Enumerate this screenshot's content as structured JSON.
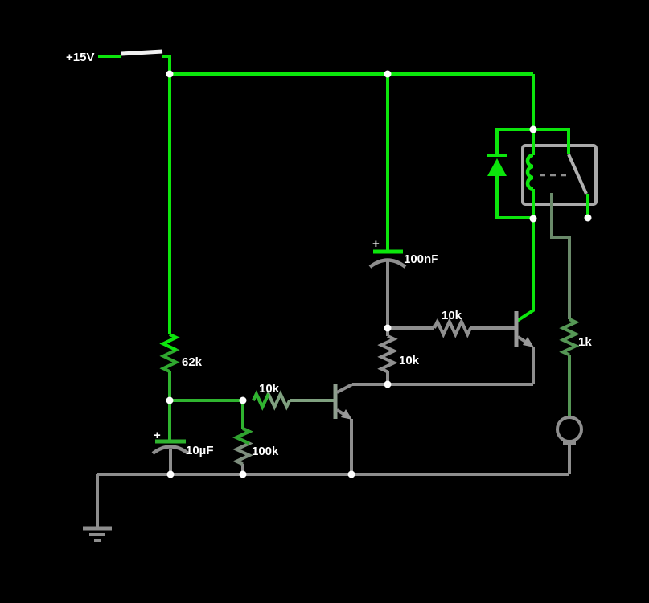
{
  "app": {
    "background": "#000000"
  },
  "palette": {
    "wire_high_voltage": "#0CE60C",
    "wire_mid_voltage": "#2FB42F",
    "wire_low_green": "#559755",
    "wire_faint_green": "#7FA07F",
    "wire_neutral_gray": "#8E8E8E",
    "component_body_gray": "#A9A9A9",
    "switch_lever": "#F0F0F0",
    "junction_dot": "#FFFFFF",
    "label_text": "#FFFFFF"
  },
  "labels": {
    "supply_voltage": "+15V",
    "timing_capacitor": "100nF",
    "plus_timing": "+",
    "storage_capacitor": "10µF",
    "plus_storage": "+",
    "charge_resistor": "62k",
    "left_base_resistor": "10k",
    "bias_resistor": "100k",
    "divider_resistor": "10k",
    "right_base_resistor": "10k",
    "led_resistor": "1k"
  },
  "components": [
    {
      "type": "voltage-rail",
      "value": "+15V"
    },
    {
      "type": "switch",
      "state": "closed"
    },
    {
      "type": "resistor",
      "value": "62k",
      "orientation": "vertical"
    },
    {
      "type": "capacitor",
      "value": "10µF",
      "polarized": true
    },
    {
      "type": "resistor",
      "value": "100k",
      "orientation": "vertical"
    },
    {
      "type": "resistor",
      "value": "10k",
      "orientation": "horizontal",
      "role": "left-transistor-base"
    },
    {
      "type": "transistor-npn",
      "position": "left"
    },
    {
      "type": "capacitor",
      "value": "100nF",
      "polarized": true
    },
    {
      "type": "resistor",
      "value": "10k",
      "orientation": "vertical",
      "role": "divider"
    },
    {
      "type": "resistor",
      "value": "10k",
      "orientation": "horizontal",
      "role": "right-transistor-base"
    },
    {
      "type": "transistor-npn",
      "position": "right"
    },
    {
      "type": "diode",
      "role": "flyback"
    },
    {
      "type": "relay",
      "coil_energized": true
    },
    {
      "type": "resistor",
      "value": "1k",
      "orientation": "vertical"
    },
    {
      "type": "led",
      "state": "off"
    },
    {
      "type": "ground"
    }
  ]
}
